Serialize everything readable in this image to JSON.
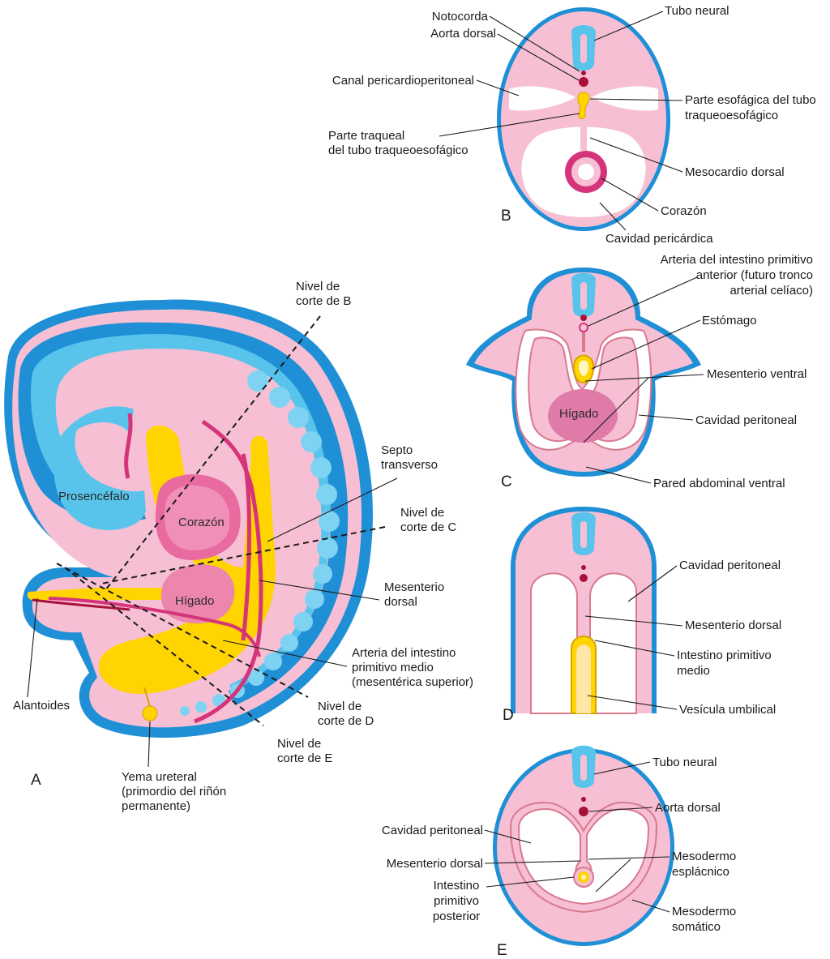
{
  "panels": {
    "A": "A",
    "B": "B",
    "C": "C",
    "D": "D",
    "E": "E"
  },
  "colors": {
    "pink": "#f6bfd3",
    "skin": "#1f8fd6",
    "neural": "#58c4ec",
    "yellow": "#ffd400",
    "magenta": "#d6347a",
    "darkred": "#a8123a",
    "cavity": "#ffffff"
  },
  "panel_a": {
    "prosencefalo": "Prosencéfalo",
    "corazon": "Corazón",
    "higado": "Hígado",
    "nivel_b": [
      "Nivel de",
      "corte de B"
    ],
    "nivel_c": [
      "Nivel de",
      "corte de C"
    ],
    "nivel_d": [
      "Nivel de",
      "corte de  D"
    ],
    "nivel_e": [
      "Nivel de",
      "corte de  E"
    ],
    "septo": [
      "Septo",
      "transverso"
    ],
    "mesenterio_dorsal": [
      "Mesenterio",
      "dorsal"
    ],
    "arteria_medio": [
      "Arteria del intestino",
      "primitivo medio",
      "(mesentérica superior)"
    ],
    "alantoides": "Alantoides",
    "yema": [
      "Yema ureteral",
      "(primordio del riñón",
      "permanente)"
    ]
  },
  "panel_b": {
    "notocorda": "Notocorda",
    "aorta": "Aorta dorsal",
    "canal": "Canal pericardioperitoneal",
    "traqueal": [
      "Parte traqueal",
      "del tubo traqueoesofágico"
    ],
    "tubo_neural": "Tubo neural",
    "esofagica": [
      "Parte esofágica del tubo",
      "traqueoesofágico"
    ],
    "mesocardio": "Mesocardio dorsal",
    "corazon": "Corazón",
    "cavidad": "Cavidad pericárdica"
  },
  "panel_c": {
    "arteria": [
      "Arteria del intestino primitivo",
      "anterior (futuro tronco",
      "arterial celíaco)"
    ],
    "estomago": "Estómago",
    "mesenterio_ventral": "Mesenterio ventral",
    "higado": "Hígado",
    "cavidad": "Cavidad peritoneal",
    "pared": "Pared abdominal ventral"
  },
  "panel_d": {
    "cavidad": "Cavidad peritoneal",
    "mesenterio": "Mesenterio dorsal",
    "intestino": [
      "Intestino primitivo",
      "medio"
    ],
    "vesicula": "Vesícula umbilical"
  },
  "panel_e": {
    "tubo_neural": "Tubo neural",
    "aorta": "Aorta dorsal",
    "cavidad": "Cavidad peritoneal",
    "mesenterio": "Mesenterio dorsal",
    "intestino": [
      "Intestino",
      "primitivo",
      "posterior"
    ],
    "mesodermo_espl": [
      "Mesodermo",
      "esplácnico"
    ],
    "mesodermo_som": [
      "Mesodermo",
      "somático"
    ]
  }
}
